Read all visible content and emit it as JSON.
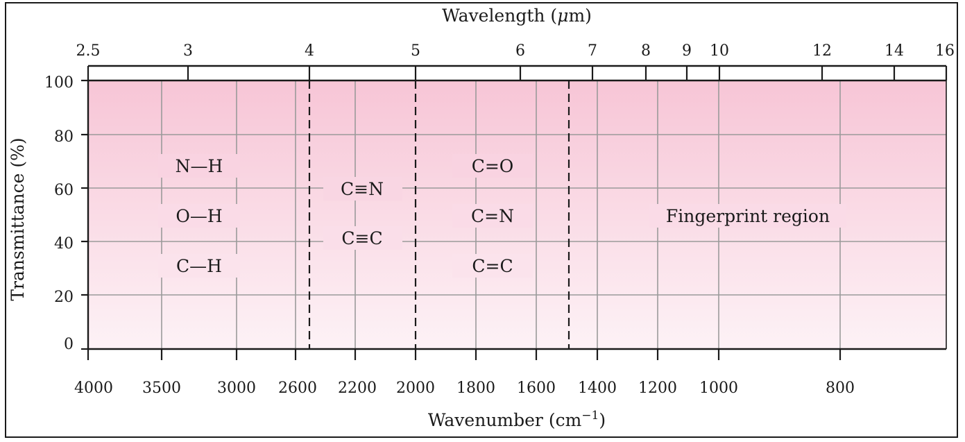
{
  "top_axis": {
    "title_main": "Wavelength (",
    "title_unit_symbol": "μ",
    "title_unit_rest": "m)",
    "ticks": [
      "2.5",
      "3",
      "4",
      "5",
      "6",
      "7",
      "8",
      "9",
      "10",
      "12",
      "14",
      "16"
    ]
  },
  "bottom_axis": {
    "title_main": "Wavenumber (cm",
    "title_sup": "−1",
    "title_close": ")",
    "ticks": [
      "4000",
      "3500",
      "3000",
      "2600",
      "2200",
      "2000",
      "1800",
      "1600",
      "1400",
      "1200",
      "1000",
      "800"
    ]
  },
  "left_axis": {
    "title": "Transmittance (%)",
    "ticks": [
      "100",
      "80",
      "60",
      "40",
      "20",
      "0"
    ]
  },
  "regions": {
    "single_bonds": {
      "labels": [
        "N—H",
        "O—H",
        "C—H"
      ]
    },
    "triple_bonds": {
      "labels": [
        "C≡N",
        "C≡C"
      ]
    },
    "double_bonds": {
      "labels": [
        "C=O",
        "C=N",
        "C=C"
      ]
    },
    "fingerprint": {
      "label": "Fingerprint region"
    }
  },
  "colors": {
    "fill_top": "#f7c5d6",
    "fill_bottom": "#fdf2f6",
    "grid": "#9a9a9a",
    "axis": "#1a1a1a"
  }
}
